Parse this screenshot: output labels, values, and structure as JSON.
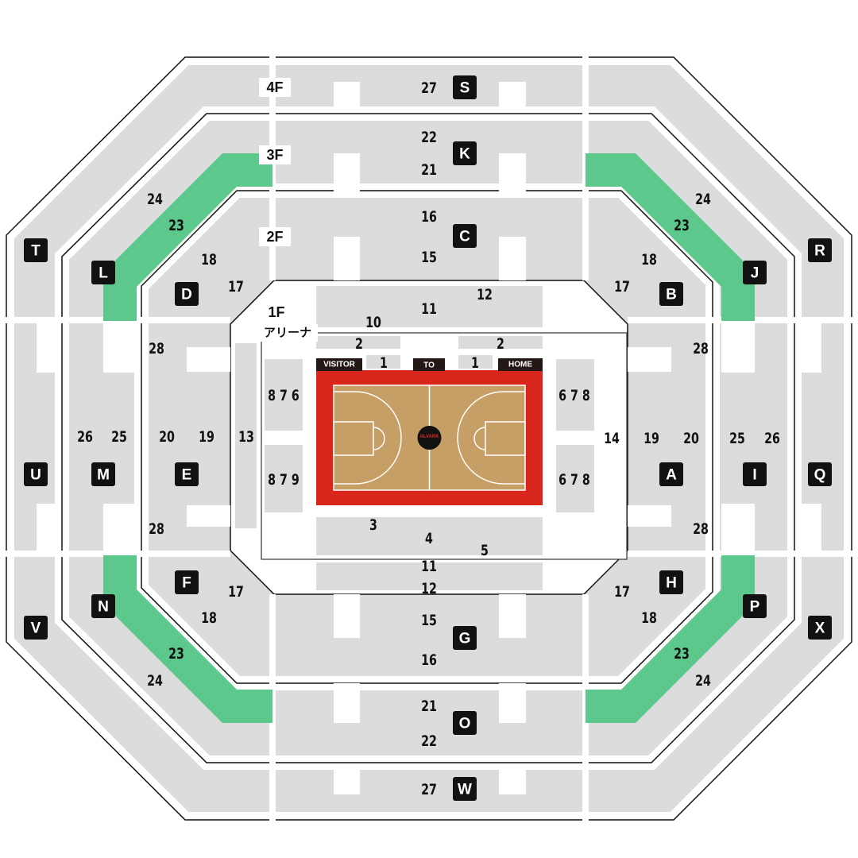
{
  "colors": {
    "seat": "#dcdcdc",
    "green": "#5cc88c",
    "court": "#c69f66",
    "apron": "#d9261c",
    "sign": "#231815"
  },
  "floors": {
    "f4": "4F",
    "f3": "3F",
    "f2": "2F",
    "f1": "1F",
    "arena": "アリーナ"
  },
  "court": {
    "visitor": "VISITOR",
    "to": "TO",
    "home": "HOME",
    "logo": "ALVARK"
  },
  "sections": {
    "S": "S",
    "K": "K",
    "C": "C",
    "W": "W",
    "O": "O",
    "G": "G",
    "T": "T",
    "L": "L",
    "D": "D",
    "R": "R",
    "J": "J",
    "B": "B",
    "U": "U",
    "M": "M",
    "E": "E",
    "A": "A",
    "I": "I",
    "Q": "Q",
    "V": "V",
    "N": "N",
    "F": "F",
    "X": "X",
    "P": "P",
    "H": "H"
  },
  "rows": [
    "27",
    "22",
    "21",
    "16",
    "15",
    "11",
    "12",
    "10",
    "2",
    "2",
    "1",
    "1",
    "8 7 6",
    "8 7 9",
    "6 7 8",
    "6 7 8",
    "13",
    "14",
    "3",
    "4",
    "5",
    "11",
    "12",
    "15",
    "16",
    "21",
    "22",
    "27",
    "24",
    "23",
    "18",
    "17",
    "28",
    "26",
    "25",
    "20",
    "19",
    "28",
    "17",
    "18",
    "23",
    "24",
    "24",
    "23",
    "18",
    "17",
    "28",
    "19",
    "20",
    "25",
    "26",
    "28",
    "17",
    "18",
    "23",
    "24"
  ]
}
